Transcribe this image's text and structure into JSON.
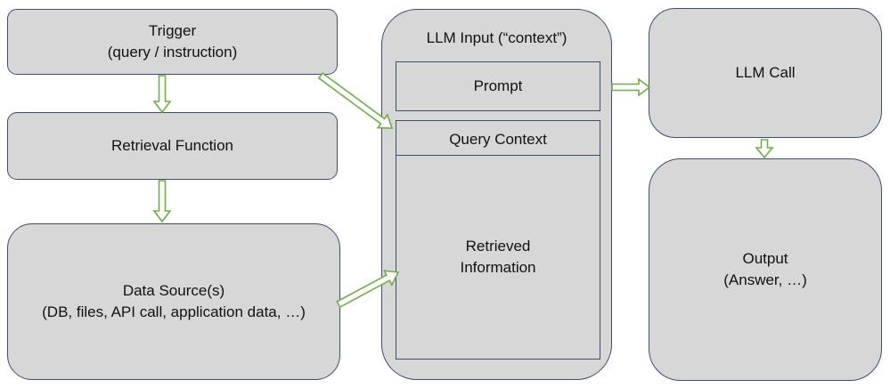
{
  "diagram": {
    "type": "flowchart",
    "nodes": {
      "trigger": {
        "line1": "Trigger",
        "line2": "(query / instruction)"
      },
      "retrieval_function": {
        "label": "Retrieval Function"
      },
      "data_sources": {
        "line1": "Data Source(s)",
        "line2": "(DB, files, API call, application data, …)"
      },
      "llm_input": {
        "title": "LLM Input (“context”)",
        "prompt": "Prompt",
        "query_context": "Query Context",
        "retrieved_information": {
          "line1": "Retrieved",
          "line2": "Information"
        }
      },
      "llm_call": {
        "label": "LLM Call"
      },
      "output": {
        "line1": "Output",
        "line2": "(Answer, …)"
      }
    },
    "edges": [
      {
        "from": "trigger",
        "to": "retrieval_function"
      },
      {
        "from": "retrieval_function",
        "to": "data_sources"
      },
      {
        "from": "trigger",
        "to": "llm_input.query_context"
      },
      {
        "from": "data_sources",
        "to": "llm_input.retrieved_information"
      },
      {
        "from": "llm_input",
        "to": "llm_call"
      },
      {
        "from": "llm_call",
        "to": "output"
      }
    ],
    "colors": {
      "box_fill": "#d7d7d7",
      "box_border": "#3b4f6e",
      "arrow_stroke": "#70ad47",
      "arrow_fill": "#ffffff",
      "text": "#111111",
      "background": "#ffffff"
    }
  }
}
